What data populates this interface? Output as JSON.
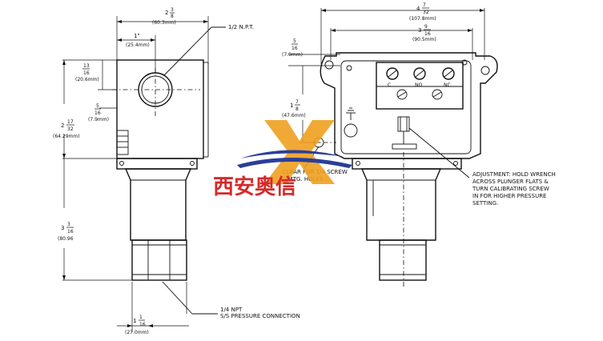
{
  "left_view": {
    "dim_total_width": {
      "whole": "2",
      "num": "3",
      "den": "8",
      "mm": "(60.3mm)"
    },
    "dim_one_inch": {
      "text": "1\"",
      "mm": "(25.4mm)"
    },
    "npt_label": "1/2 N.P.T.",
    "dim_13_16": {
      "num": "13",
      "den": "16",
      "mm": "(20.6mm)"
    },
    "dim_5_16": {
      "num": "5",
      "den": "16",
      "mm": "(7.9mm)"
    },
    "dim_2_17_32": {
      "whole": "2",
      "num": "17",
      "den": "32",
      "mm": "(64.29mm)"
    },
    "dim_3_3_16": {
      "whole": "3",
      "num": "3",
      "den": "16",
      "mm": "(80.96"
    },
    "dim_1_1_16": {
      "whole": "1",
      "num": "1",
      "den": "16",
      "mm": "(27.0mm)"
    },
    "pressure_label_1": "1/4 NPT",
    "pressure_label_2": "S/S PRESSURE CONNECTION"
  },
  "right_view": {
    "dim_4_7_32": {
      "whole": "4",
      "num": "7",
      "den": "32",
      "mm": "(107.8mm)"
    },
    "dim_3_9_16": {
      "whole": "3",
      "num": "9",
      "den": "16",
      "mm": "(90.5mm)"
    },
    "dim_5_16": {
      "num": "5",
      "den": "16",
      "mm": "(7.9mm)"
    },
    "dim_1_7_8": {
      "whole": "1",
      "num": "7",
      "den": "8",
      "mm": "(47.6mm)"
    },
    "terminals": [
      "C",
      "NO",
      "NC"
    ],
    "clearance_label_1": "CLEAR FOR 1/4 SCREW",
    "clearance_label_2": "2 MTG. HOLES",
    "adjustment_note": [
      "ADJUSTMENT: HOLD WRENCH",
      "ACROSS PLUNGER FLATS &",
      "TURN CALIBRATING SCREW",
      "IN FOR HIGHER PRESSURE",
      "SETTING."
    ]
  },
  "watermark": {
    "text": "西安奥信",
    "colors": {
      "orange": "#f0a020",
      "red": "#d42a2a",
      "blue": "#2a3f9a"
    }
  }
}
